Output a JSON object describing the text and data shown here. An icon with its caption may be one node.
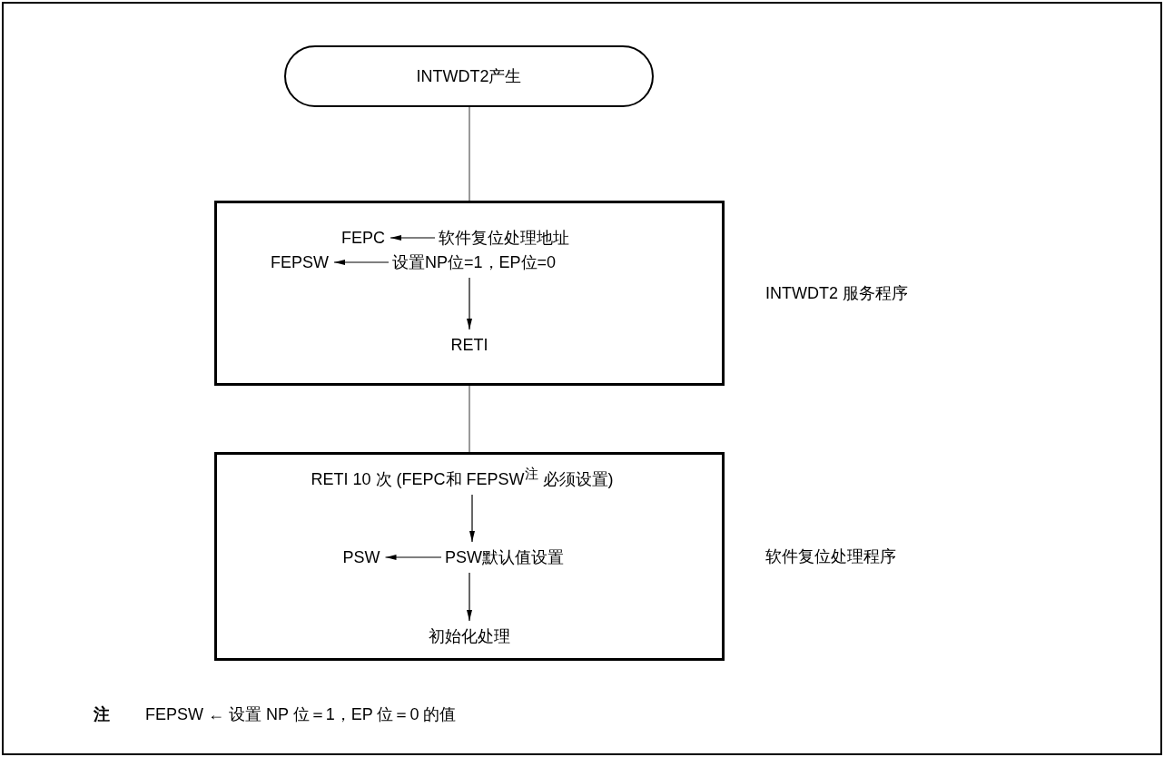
{
  "diagram": {
    "nodes": [
      {
        "text": [
          "INTWDT2产生"
        ]
      },
      {
        "text": [],
        "shape": "box",
        "beside": [
          "INTWDT2 服务程序"
        ]
      },
      {
        "text": [
          "FEPC"
        ],
        "in": 1
      },
      {
        "text": [
          "软件复位处理地址"
        ],
        "in": 1
      },
      {
        "text": [
          "FEPSW"
        ],
        "in": 1
      },
      {
        "text": [
          "设置NP位=1，EP位=0"
        ],
        "in": 1
      },
      {
        "text": [
          "RETI"
        ],
        "in": 1
      },
      {
        "text": [],
        "shape": "box",
        "beside": [
          "软件复位处理程序"
        ]
      },
      {
        "text": [
          "RETI 10 次 (FEPC和 FEPSW$^{注}$ 必须设置)"
        ],
        "in": 7
      },
      {
        "text": [
          "PSW"
        ],
        "in": 7
      },
      {
        "text": [
          "PSW默认值设置"
        ],
        "in": 7
      },
      {
        "text": [
          "初始化处理"
        ],
        "in": 7
      }
    ],
    "edges": [
      {
        "from": 0,
        "to": 1,
        "arrow": "none"
      },
      {
        "from": 3,
        "to": 2,
        "arrow": "to"
      },
      {
        "from": 5,
        "to": 4,
        "arrow": "to"
      },
      {
        "from": 5,
        "to": 6,
        "arrow": "to"
      },
      {
        "from": 1,
        "to": 7,
        "arrow": "none"
      },
      {
        "from": 8,
        "to": 10,
        "arrow": "to"
      },
      {
        "from": 10,
        "to": 9,
        "arrow": "to"
      },
      {
        "from": 10,
        "to": 11,
        "arrow": "to"
      }
    ],
    "labels": [
      "注",
      "FEPSW ← 设置 NP 位＝1，EP 位＝0 的值"
    ]
  }
}
